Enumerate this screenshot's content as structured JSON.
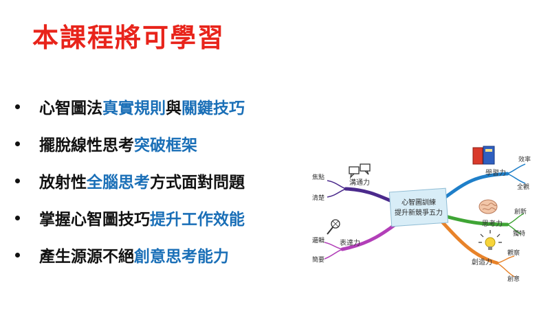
{
  "title": "本課程將可學習",
  "bullets": [
    {
      "plain1": "心智圖法",
      "hl1": "真實規則",
      "plain2": "與",
      "hl2": "關鍵技巧"
    },
    {
      "plain1": "擺脫線性思考",
      "hl1": "突破框架",
      "plain2": "",
      "hl2": ""
    },
    {
      "plain1": "放射性",
      "hl1": "全腦思考",
      "plain2": "方式面對問題",
      "hl2": ""
    },
    {
      "plain1": "掌握心智圖技巧",
      "hl1": "提升工作效能",
      "plain2": "",
      "hl2": ""
    },
    {
      "plain1": "產生源源不絕",
      "hl1": "創意思考能力",
      "plain2": "",
      "hl2": ""
    }
  ],
  "mindmap": {
    "center_line1": "心智圖訓練",
    "center_line2": "提升新競爭五力",
    "branches": {
      "communication": {
        "label": "溝通力",
        "subs": [
          "焦點",
          "清楚"
        ]
      },
      "expression": {
        "label": "表達力",
        "subs": [
          "邏輯",
          "簡要"
        ]
      },
      "learning": {
        "label": "學習力",
        "subs": [
          "效率",
          "全觀"
        ]
      },
      "thinking": {
        "label": "思考力",
        "subs": [
          "創新",
          "獨特"
        ]
      },
      "creativity": {
        "label": "創造力",
        "subs": [
          "觀察",
          "創意"
        ]
      }
    },
    "icons": [
      "speech-bubbles-icon",
      "microphone-icon",
      "books-icon",
      "brain-icon",
      "lightbulb-icon"
    ]
  },
  "colors": {
    "title": "#e8241b",
    "highlight": "#1a6fb7",
    "branch_communication": "#4b2a8c",
    "branch_expression": "#b23fb8",
    "branch_learning": "#1f7fc9",
    "branch_thinking": "#3fa535",
    "branch_creativity": "#e8832a"
  }
}
